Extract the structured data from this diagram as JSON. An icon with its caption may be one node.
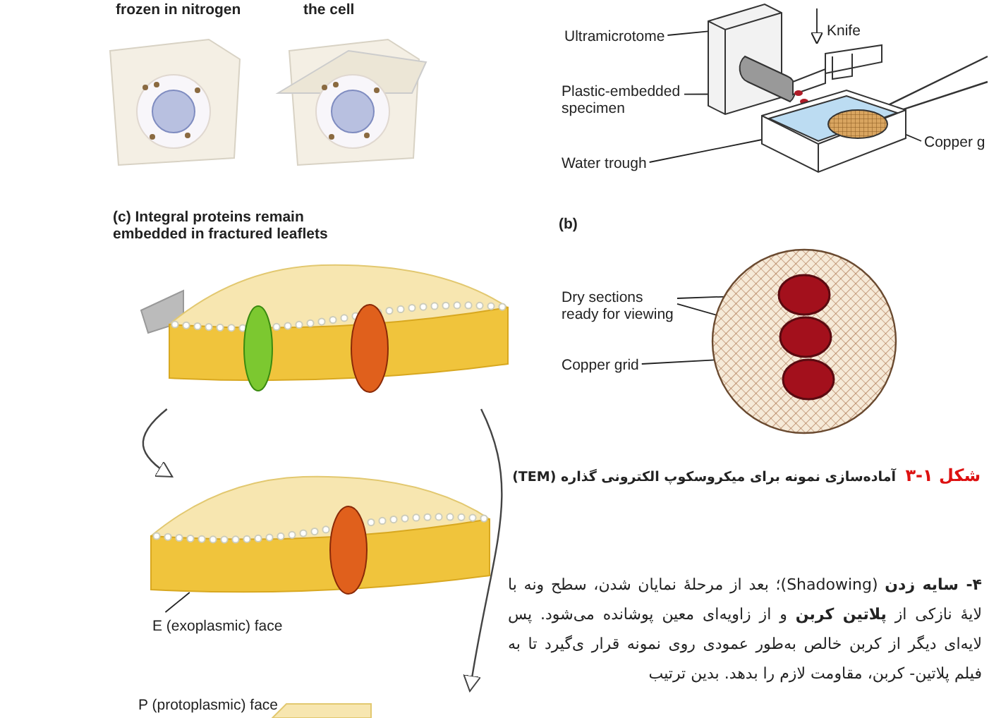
{
  "diagram": {
    "nodes": [
      {
        "text": [
          "Ultramicrotome"
        ]
      },
      {
        "text": [
          "Knife"
        ]
      },
      {
        "text": [
          "Plastic-embedded specimen"
        ]
      },
      {
        "text": [
          "Water trough"
        ]
      },
      {
        "text": [
          "Copper g"
        ]
      },
      {
        "text": [
          "Dry sections ready for viewing"
        ]
      },
      {
        "text": [
          "Copper grid"
        ]
      },
      {
        "text": [],
        "shape": "circle"
      },
      {
        "text": [],
        "shape": "circle",
        "in": 7
      },
      {
        "text": [],
        "shape": "circle",
        "in": 7
      },
      {
        "text": [],
        "shape": "circle",
        "in": 7
      },
      {
        "text": [],
        "shape": "picture"
      },
      {
        "text": [],
        "shape": "picture"
      },
      {
        "text": [
          "E (exoplasmic) face"
        ]
      },
      {
        "text": [
          "P (protoplasmic) face"
        ]
      },
      {
        "text": [],
        "shape": "box"
      },
      {
        "text": [],
        "shape": "picture"
      },
      {
        "text": [],
        "shape": "circle"
      },
      {
        "text": [],
        "shape": "box"
      },
      {
        "text": [],
        "shape": "circle",
        "in": 18
      }
    ],
    "edges": [
      {
        "from": 0,
        "to": 15,
        "arrow": "none"
      },
      {
        "from": 1,
        "to": 16,
        "arrow": "to"
      },
      {
        "from": 2,
        "to": 17,
        "arrow": "none"
      },
      {
        "from": 3,
        "to": 18,
        "arrow": "none"
      },
      {
        "from": 4,
        "to": 19,
        "arrow": "none"
      },
      {
        "from": 5,
        "to": 8,
        "arrow": "none"
      },
      {
        "from": 5,
        "to": 9,
        "arrow": "none"
      },
      {
        "from": 6,
        "to": 7,
        "arrow": "none"
      },
      {
        "from": 11,
        "to": 12,
        "arrow": "to"
      },
      {
        "from": 11,
        "to": 14,
        "arrow": "to"
      },
      {
        "from": 13,
        "to": 12,
        "arrow": "none"
      }
    ],
    "labels": [
      "frozen in nitrogen",
      "the cell",
      "(c) Integral proteins remain embedded in fractured leaflets",
      "(b)",
      "شکل ۱-۳",
      "آماده‌سازی نمونه برای میکروسکوپ الکترونی گذاره (TEM)",
      "**۴- سایه زدن** (Shadowing)؛ بعد از مرحلهٔ نمایان شدن، سطح ونه با لایهٔ نازکی از **پلاتین کربن** و از زاویه‌ای معین پوشانده می‌شود. پس لایه‌ای دیگر از کربن خالص به‌طور عمودی روی نمونه قرار ی‌گیرد تا به فیلم پلاتین- کربن، مقاومت لازم را بدهد. بدین ترتیب"
    ]
  }
}
